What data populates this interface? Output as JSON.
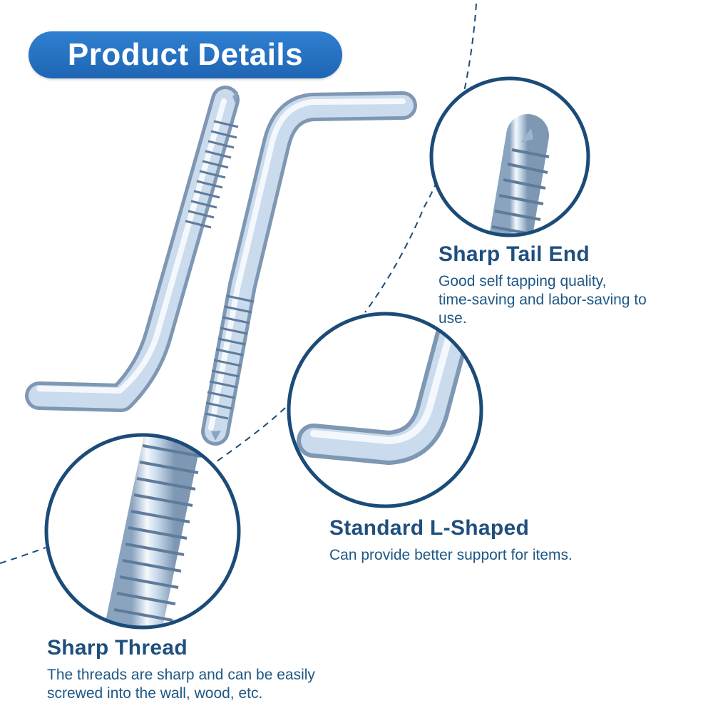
{
  "header": {
    "title": "Product Details"
  },
  "features": [
    {
      "title": "Sharp Tail End",
      "desc_lines": [
        "Good self tapping quality,",
        "time-saving and labor-saving to",
        "use."
      ]
    },
    {
      "title": "Standard L-Shaped",
      "desc_lines": [
        "Can provide better support for items."
      ]
    },
    {
      "title": "Sharp Thread",
      "desc_lines": [
        "The threads are sharp and can be easily",
        "screwed into the wall, wood, etc."
      ]
    }
  ],
  "colors": {
    "title_bg": "#2771c2",
    "heading": "#1f4f7d",
    "body_text": "#1e5785",
    "circle_ring": "#1b4b78",
    "metal": "#b9cfe6"
  }
}
